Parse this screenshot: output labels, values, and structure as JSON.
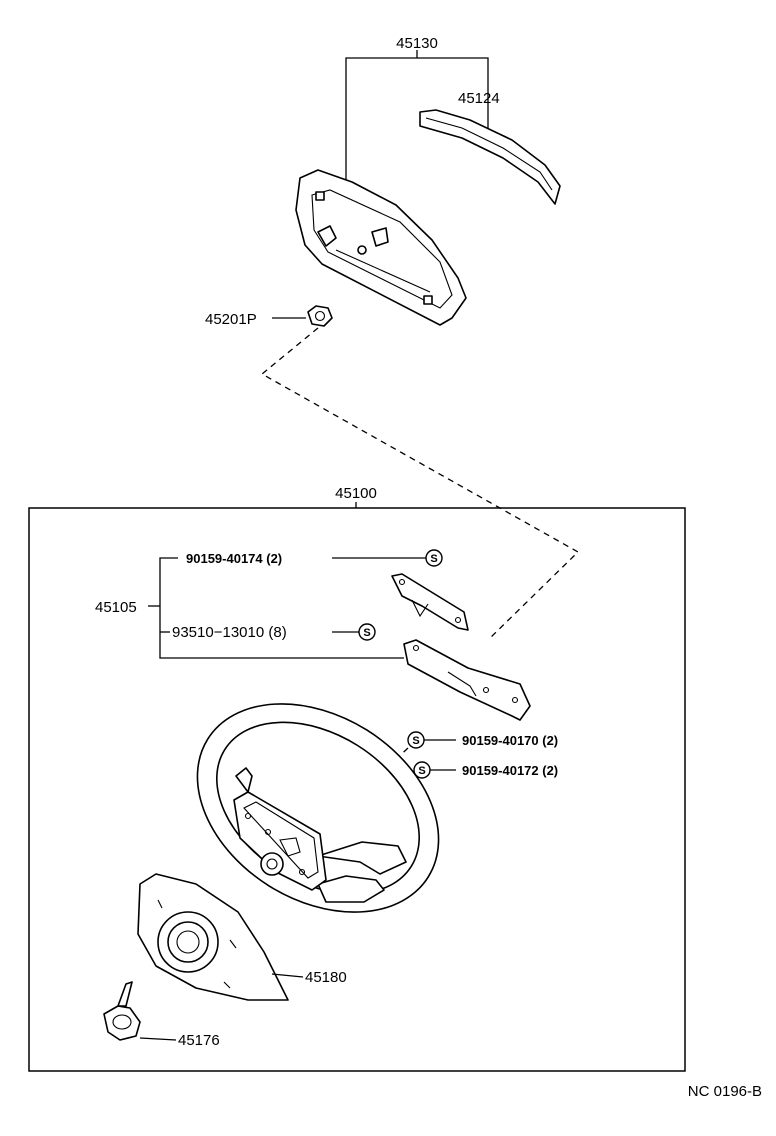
{
  "callouts": {
    "p45130": "45130",
    "p45124": "45124",
    "p45201P": "45201P",
    "p45100": "45100",
    "p45105": "45105",
    "b90159_40174": "90159-40174 (2)",
    "b93510_13010": "93510−13010 (8)",
    "b90159_40170": "90159-40170 (2)",
    "b90159_40172": "90159-40172 (2)",
    "p45180": "45180",
    "p45176": "45176"
  },
  "standard_part_mark": "S",
  "figure_code": "NC  0196-B"
}
